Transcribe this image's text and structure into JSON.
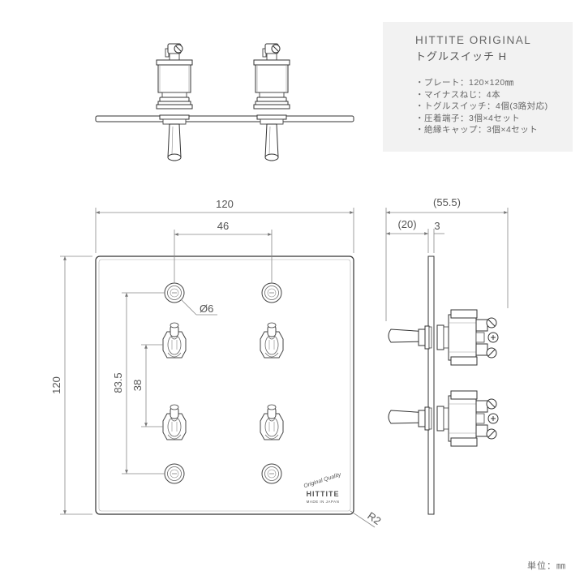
{
  "info": {
    "title": "HITTITE ORIGINAL",
    "subtitle": "トグルスイッチ H",
    "specs": [
      "・プレート：120×120㎜",
      "・マイナスねじ：4本",
      "・トグルスイッチ：4個(3路対応)",
      "・圧着端子：3個×4セット",
      "・絶縁キャップ：3個×4セット"
    ]
  },
  "dimensions": {
    "width": "120",
    "switch_spacing": "46",
    "height": "120",
    "hole_spacing": "83.5",
    "switch_pitch": "38",
    "hole_diameter": "Ø6",
    "corner_radius": "R2",
    "total_depth": "(55.5)",
    "lever_length": "(20)",
    "plate_thickness": "3"
  },
  "brand_stamp": {
    "script": "Original Quality",
    "name": "HITTITE",
    "origin": "MADE IN JAPAN"
  },
  "unit_label": "単位：㎜"
}
